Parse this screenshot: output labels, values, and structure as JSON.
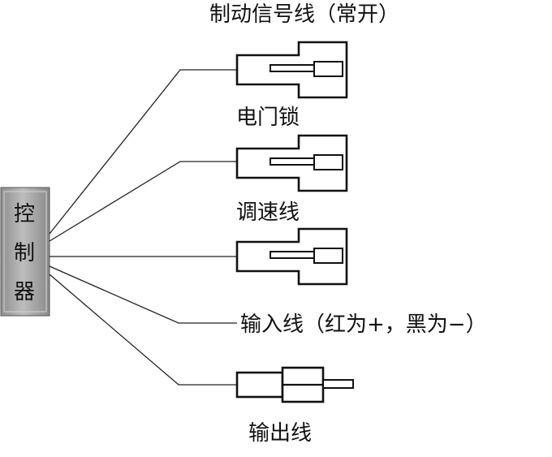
{
  "title": "制动信号线（常开）",
  "controller": {
    "chars": [
      "控",
      "制",
      "器"
    ]
  },
  "connectors": [
    {
      "label": "电门锁"
    },
    {
      "label": "调速线"
    },
    {
      "label": ""
    }
  ],
  "input_wire": {
    "label": "输入线（红为+，黑为−）"
  },
  "output_wire": {
    "label": "输出线"
  },
  "colors": {
    "controller_fill": "#a8a8a8",
    "line": "#111111"
  }
}
